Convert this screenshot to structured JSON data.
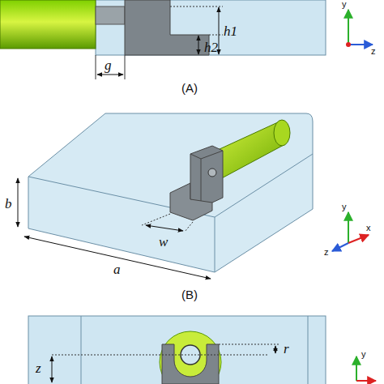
{
  "diagram": {
    "labels": [
      "h1",
      "h2",
      "g",
      "(A)",
      "y",
      "z",
      "b",
      "w",
      "a",
      "(B)",
      "y",
      "x",
      "z",
      "z",
      "r",
      "y"
    ]
  }
}
